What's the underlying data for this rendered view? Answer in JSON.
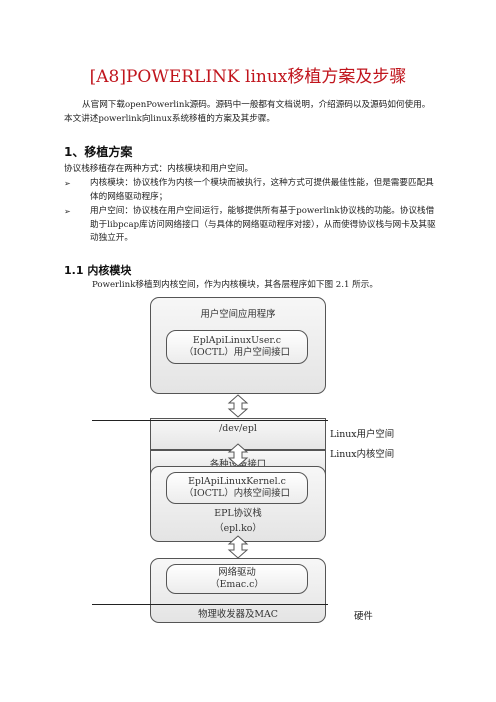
{
  "title": "[A8]POWERLINK linux移植方案及步骤",
  "intro": "从官网下载openPowerlink源码。源码中一般都有文档说明，介绍源码以及源码如何使用。本文讲述powerlink向linux系统移植的方案及其步骤。",
  "section1": {
    "heading": "1、移植方案",
    "lead": "协议栈移植存在两种方式：内核模块和用户空间。",
    "bullets": [
      "内核模块：协议栈作为内核一个模块而被执行，这种方式可提供最佳性能，但是需要匹配具体的网络驱动程序；",
      "用户空间：协议栈在用户空间运行，能够提供所有基于powerlink协议栈的功能。协议栈借助于libpcap库访问网络接口（与具体的网络驱动程序对接），从而使得协议栈与网卡及其驱动独立开。"
    ]
  },
  "section11": {
    "heading": "1.1  内核模块",
    "lead": "Powerlink移植到内核空间，作为内核模块，其各层程序如下图 2.1 所示。"
  },
  "diagram": {
    "user_app": "用户空间应用程序",
    "user_if_line1": "EplApiLinuxUser.c",
    "user_if_line2": "（IOCTL）用户空间接口",
    "dev": "/dev/epl",
    "devices_if": "各种设备接口",
    "kernel_if_line1": "EplApiLinuxKernel.c",
    "kernel_if_line2": "（IOCTL）内核空间接口",
    "stack_line1": "EPL协议栈",
    "stack_line2": "（epl.ko）",
    "driver_line1": "网络驱动",
    "driver_line2": "（Emac.c）",
    "phy": "物理收发器及MAC",
    "label_user": "Linux用户空间",
    "label_kernel": "Linux内核空间",
    "label_hw": "硬件"
  }
}
